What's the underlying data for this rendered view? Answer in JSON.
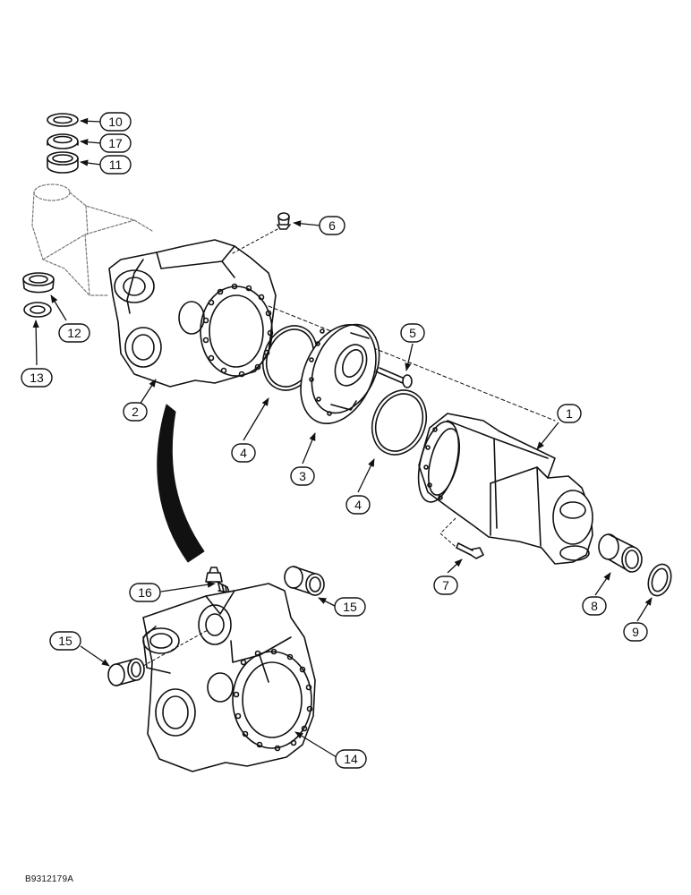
{
  "diagram": {
    "reference_code": "B9312179A",
    "callouts": [
      {
        "id": "c1",
        "label": "1"
      },
      {
        "id": "c2",
        "label": "2"
      },
      {
        "id": "c3",
        "label": "3"
      },
      {
        "id": "c4a",
        "label": "4"
      },
      {
        "id": "c4b",
        "label": "4"
      },
      {
        "id": "c5",
        "label": "5"
      },
      {
        "id": "c6",
        "label": "6"
      },
      {
        "id": "c7",
        "label": "7"
      },
      {
        "id": "c8",
        "label": "8"
      },
      {
        "id": "c9",
        "label": "9"
      },
      {
        "id": "c10",
        "label": "10"
      },
      {
        "id": "c11",
        "label": "11"
      },
      {
        "id": "c12",
        "label": "12"
      },
      {
        "id": "c13",
        "label": "13"
      },
      {
        "id": "c14",
        "label": "14"
      },
      {
        "id": "c15a",
        "label": "15"
      },
      {
        "id": "c15b",
        "label": "15"
      },
      {
        "id": "c16",
        "label": "16"
      },
      {
        "id": "c17",
        "label": "17"
      }
    ]
  }
}
